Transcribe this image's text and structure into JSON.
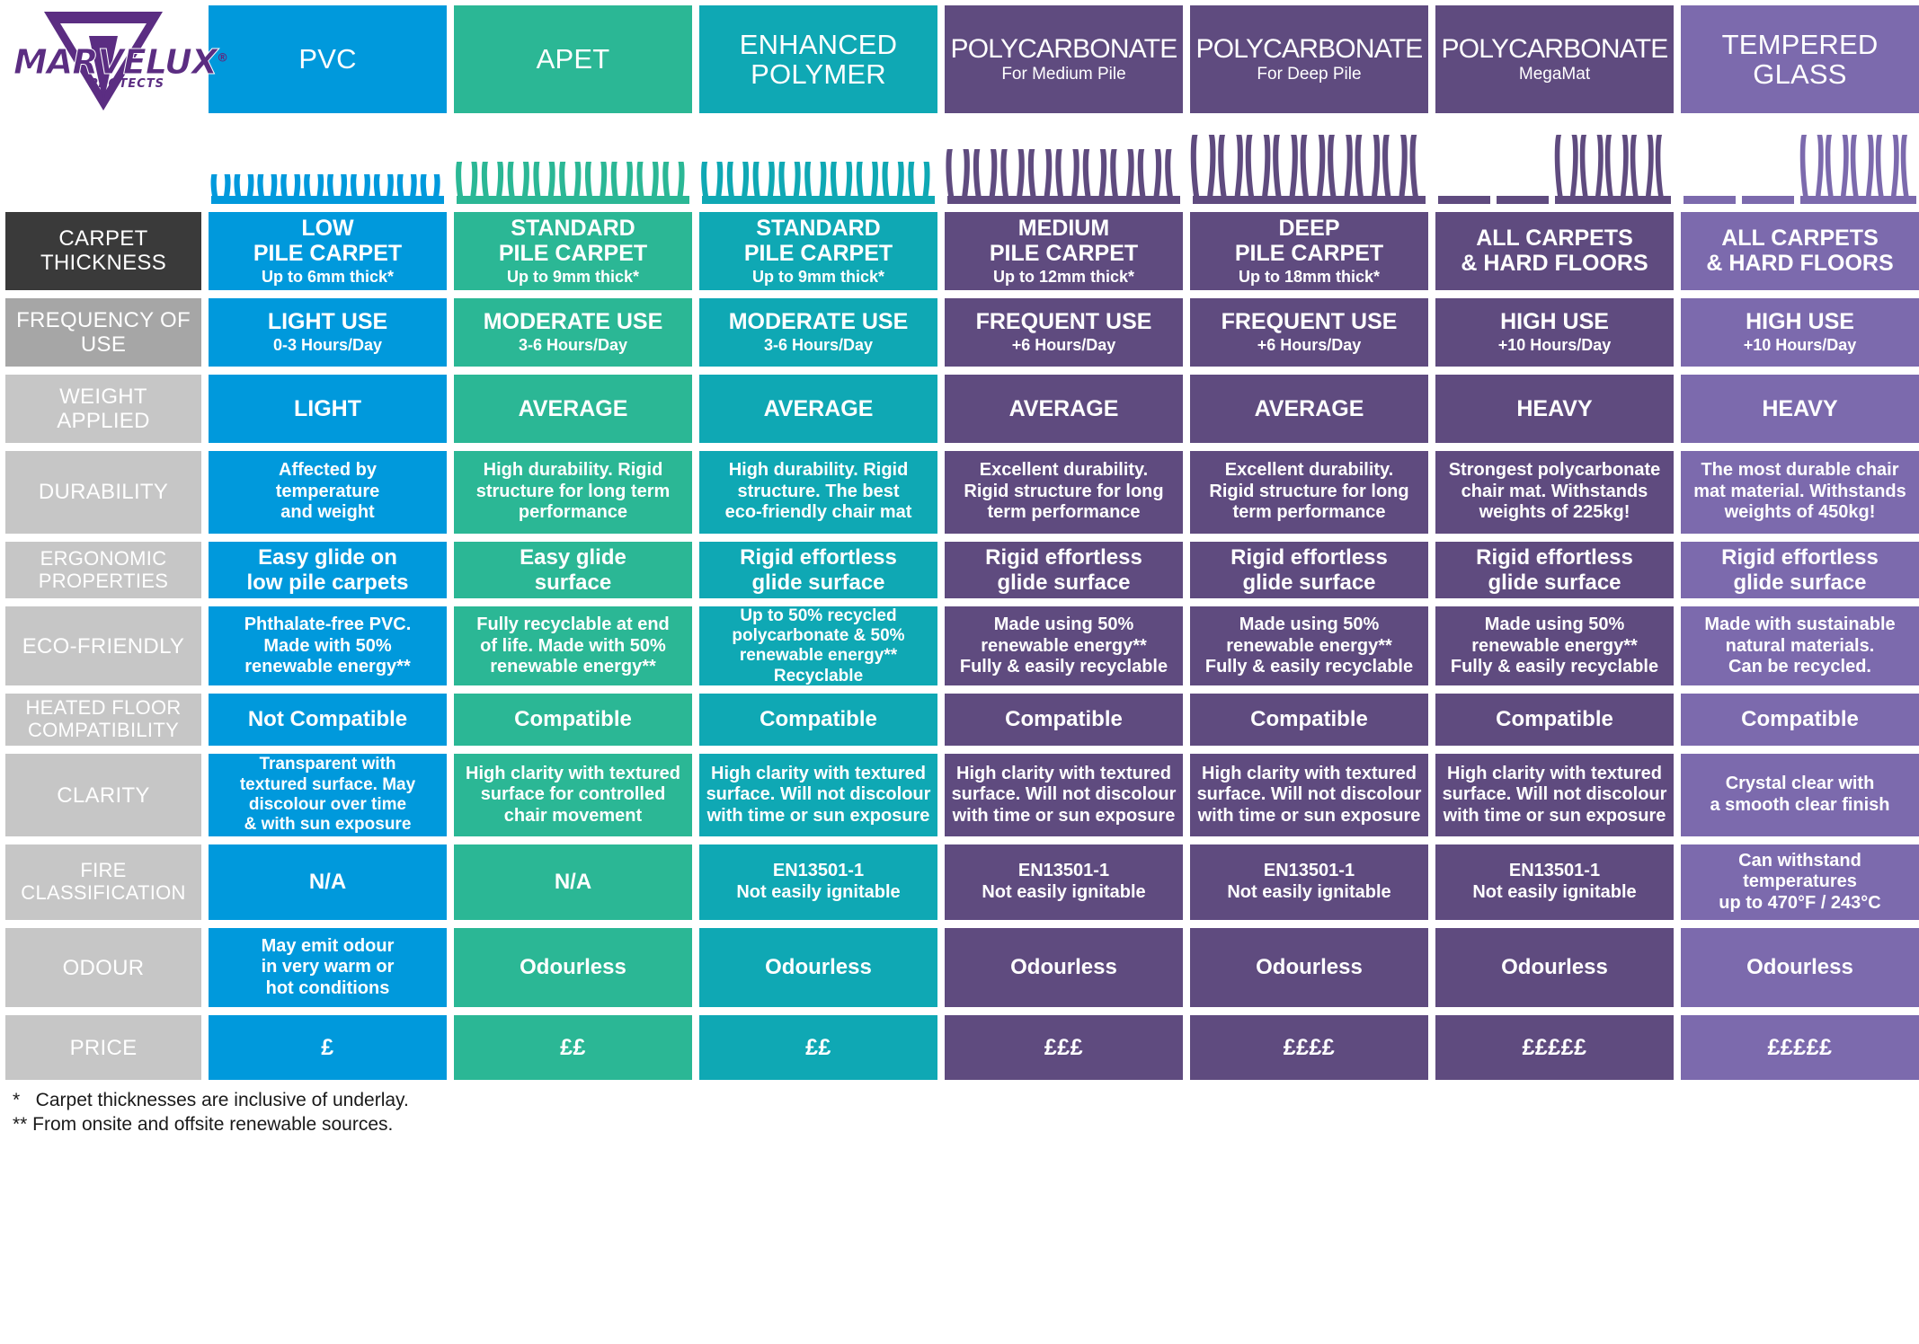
{
  "brand": {
    "name": "MARVELUX",
    "registered": "®",
    "tagline": "PROTECTS",
    "logo_icon": "marvelux-v-triangle-icon",
    "color": "#5b2d82"
  },
  "colors": {
    "pvc": "#0099dc",
    "apet": "#2bb795",
    "enhanced_polymer": "#0fa8b4",
    "polycarbonate": "#5f4b7f",
    "polycarbonate_megamat": "#5f4b7f",
    "tempered_glass": "#7c6aad",
    "label_dark": "#3a3a3a",
    "label_gray": "#a6a6a6",
    "label_light": "#c6c6c6"
  },
  "columns": [
    {
      "id": "pvc",
      "title": "PVC",
      "subtitle": "",
      "color": "#0099dc",
      "pile": "low"
    },
    {
      "id": "apet",
      "title": "APET",
      "subtitle": "",
      "color": "#2bb795",
      "pile": "standard"
    },
    {
      "id": "enhanced-polymer",
      "title": "ENHANCED POLYMER",
      "subtitle": "",
      "color": "#0fa8b4",
      "pile": "standard"
    },
    {
      "id": "polycarbonate-medium",
      "title": "POLYCARBONATE",
      "subtitle": "For Medium Pile",
      "color": "#5f4b7f",
      "pile": "medium"
    },
    {
      "id": "polycarbonate-deep",
      "title": "POLYCARBONATE",
      "subtitle": "For Deep Pile",
      "color": "#5f4b7f",
      "pile": "deep"
    },
    {
      "id": "polycarbonate-megamat",
      "title": "POLYCARBONATE",
      "subtitle": "MegaMat",
      "color": "#5f4b7f",
      "pile": "mixed"
    },
    {
      "id": "tempered-glass",
      "title": "TEMPERED GLASS",
      "subtitle": "",
      "color": "#7c6aad",
      "pile": "mixed"
    }
  ],
  "rows": [
    {
      "id": "carpet-thickness",
      "label": "CARPET THICKNESS",
      "label_color": "#3a3a3a",
      "cells": [
        {
          "big": "LOW\nPILE CARPET",
          "sub": "Up to 6mm thick*"
        },
        {
          "big": "STANDARD\nPILE CARPET",
          "sub": "Up to 9mm thick*"
        },
        {
          "big": "STANDARD\nPILE CARPET",
          "sub": "Up to 9mm thick*"
        },
        {
          "big": "MEDIUM\nPILE CARPET",
          "sub": "Up to 12mm thick*"
        },
        {
          "big": "DEEP\nPILE CARPET",
          "sub": "Up to 18mm thick*"
        },
        {
          "big": "ALL CARPETS\n& HARD FLOORS",
          "sub": ""
        },
        {
          "big": "ALL CARPETS\n& HARD FLOORS",
          "sub": ""
        }
      ]
    },
    {
      "id": "frequency-of-use",
      "label": "FREQUENCY OF USE",
      "label_color": "#a6a6a6",
      "cells": [
        {
          "big": "LIGHT USE",
          "sub": "0-3 Hours/Day"
        },
        {
          "big": "MODERATE USE",
          "sub": "3-6 Hours/Day"
        },
        {
          "big": "MODERATE USE",
          "sub": "3-6 Hours/Day"
        },
        {
          "big": "FREQUENT USE",
          "sub": "+6 Hours/Day"
        },
        {
          "big": "FREQUENT USE",
          "sub": "+6 Hours/Day"
        },
        {
          "big": "HIGH USE",
          "sub": "+10 Hours/Day"
        },
        {
          "big": "HIGH USE",
          "sub": "+10 Hours/Day"
        }
      ]
    },
    {
      "id": "weight-applied",
      "label": "WEIGHT APPLIED",
      "label_color": "#c6c6c6",
      "cells": [
        {
          "big": "LIGHT",
          "sub": ""
        },
        {
          "big": "AVERAGE",
          "sub": ""
        },
        {
          "big": "AVERAGE",
          "sub": ""
        },
        {
          "big": "AVERAGE",
          "sub": ""
        },
        {
          "big": "AVERAGE",
          "sub": ""
        },
        {
          "big": "HEAVY",
          "sub": ""
        },
        {
          "big": "HEAVY",
          "sub": ""
        }
      ]
    },
    {
      "id": "durability",
      "label": "DURABILITY",
      "label_color": "#c6c6c6",
      "cells": [
        {
          "body": "Affected by\ntemperature\nand weight"
        },
        {
          "body": "High durability. Rigid\nstructure for long term\nperformance"
        },
        {
          "body": "High durability. Rigid\nstructure. The best\neco-friendly chair mat"
        },
        {
          "body": "Excellent durability.\nRigid structure for long\nterm performance"
        },
        {
          "body": "Excellent durability.\nRigid structure for long\nterm performance"
        },
        {
          "body": "Strongest polycarbonate\nchair mat. Withstands\nweights of 225kg!"
        },
        {
          "body": "The most durable chair\nmat material. Withstands\nweights of 450kg!"
        }
      ]
    },
    {
      "id": "ergonomic-properties",
      "label": "ERGONOMIC PROPERTIES",
      "label_color": "#c6c6c6",
      "cells": [
        {
          "mid": "Easy glide on\nlow pile carpets"
        },
        {
          "mid": "Easy glide\nsurface"
        },
        {
          "mid": "Rigid effortless\nglide surface"
        },
        {
          "mid": "Rigid effortless\nglide surface"
        },
        {
          "mid": "Rigid effortless\nglide surface"
        },
        {
          "mid": "Rigid effortless\nglide surface"
        },
        {
          "mid": "Rigid effortless\nglide surface"
        }
      ]
    },
    {
      "id": "eco-friendly",
      "label": "ECO-FRIENDLY",
      "label_color": "#c6c6c6",
      "cells": [
        {
          "body": "Phthalate-free PVC.\nMade with 50%\nrenewable energy**"
        },
        {
          "body": "Fully recyclable at end\nof life. Made with 50%\nrenewable energy**"
        },
        {
          "body": "Up to 50% recycled\npolycarbonate & 50%\nrenewable energy**\nRecyclable"
        },
        {
          "body": "Made using 50%\nrenewable energy**\nFully & easily recyclable"
        },
        {
          "body": "Made using 50%\nrenewable energy**\nFully & easily recyclable"
        },
        {
          "body": "Made using 50%\nrenewable energy**\nFully & easily recyclable"
        },
        {
          "body": "Made with sustainable\nnatural materials.\nCan be recycled."
        }
      ]
    },
    {
      "id": "heated-floor-compatibility",
      "label": "HEATED FLOOR COMPATIBILITY",
      "label_color": "#c6c6c6",
      "cells": [
        {
          "mid": "Not Compatible"
        },
        {
          "mid": "Compatible"
        },
        {
          "mid": "Compatible"
        },
        {
          "mid": "Compatible"
        },
        {
          "mid": "Compatible"
        },
        {
          "mid": "Compatible"
        },
        {
          "mid": "Compatible"
        }
      ]
    },
    {
      "id": "clarity",
      "label": "CLARITY",
      "label_color": "#c6c6c6",
      "cells": [
        {
          "body": "Transparent with\ntextured surface. May\ndiscolour over time\n& with sun exposure"
        },
        {
          "body": "High clarity with textured\nsurface for controlled\nchair movement"
        },
        {
          "body": "High clarity with textured\nsurface. Will not discolour\nwith time or sun exposure"
        },
        {
          "body": "High clarity with textured\nsurface. Will not discolour\nwith time or sun exposure"
        },
        {
          "body": "High clarity with textured\nsurface. Will not discolour\nwith time or sun exposure"
        },
        {
          "body": "High clarity with textured\nsurface. Will not discolour\nwith time or sun exposure"
        },
        {
          "body": "Crystal clear with\na smooth clear finish"
        }
      ]
    },
    {
      "id": "fire-classification",
      "label": "FIRE CLASSIFICATION",
      "label_color": "#c6c6c6",
      "cells": [
        {
          "mid": "N/A"
        },
        {
          "mid": "N/A"
        },
        {
          "body": "EN13501-1\nNot easily ignitable"
        },
        {
          "body": "EN13501-1\nNot easily ignitable"
        },
        {
          "body": "EN13501-1\nNot easily ignitable"
        },
        {
          "body": "EN13501-1\nNot easily ignitable"
        },
        {
          "body": "Can withstand\ntemperatures\nup to 470°F / 243°C"
        }
      ]
    },
    {
      "id": "odour",
      "label": "ODOUR",
      "label_color": "#c6c6c6",
      "cells": [
        {
          "body": "May emit odour\nin very warm or\nhot conditions"
        },
        {
          "mid": "Odourless"
        },
        {
          "mid": "Odourless"
        },
        {
          "mid": "Odourless"
        },
        {
          "mid": "Odourless"
        },
        {
          "mid": "Odourless"
        },
        {
          "mid": "Odourless"
        }
      ]
    },
    {
      "id": "price",
      "label": "PRICE",
      "label_color": "#c6c6c6",
      "cells": [
        {
          "price": "£"
        },
        {
          "price": "££"
        },
        {
          "price": "££"
        },
        {
          "price": "£££"
        },
        {
          "price": "££££"
        },
        {
          "price": "£££££"
        },
        {
          "price": "£££££"
        }
      ]
    }
  ],
  "footnotes": "*   Carpet thicknesses are inclusive of underlay.\n** From onsite and offsite renewable sources."
}
